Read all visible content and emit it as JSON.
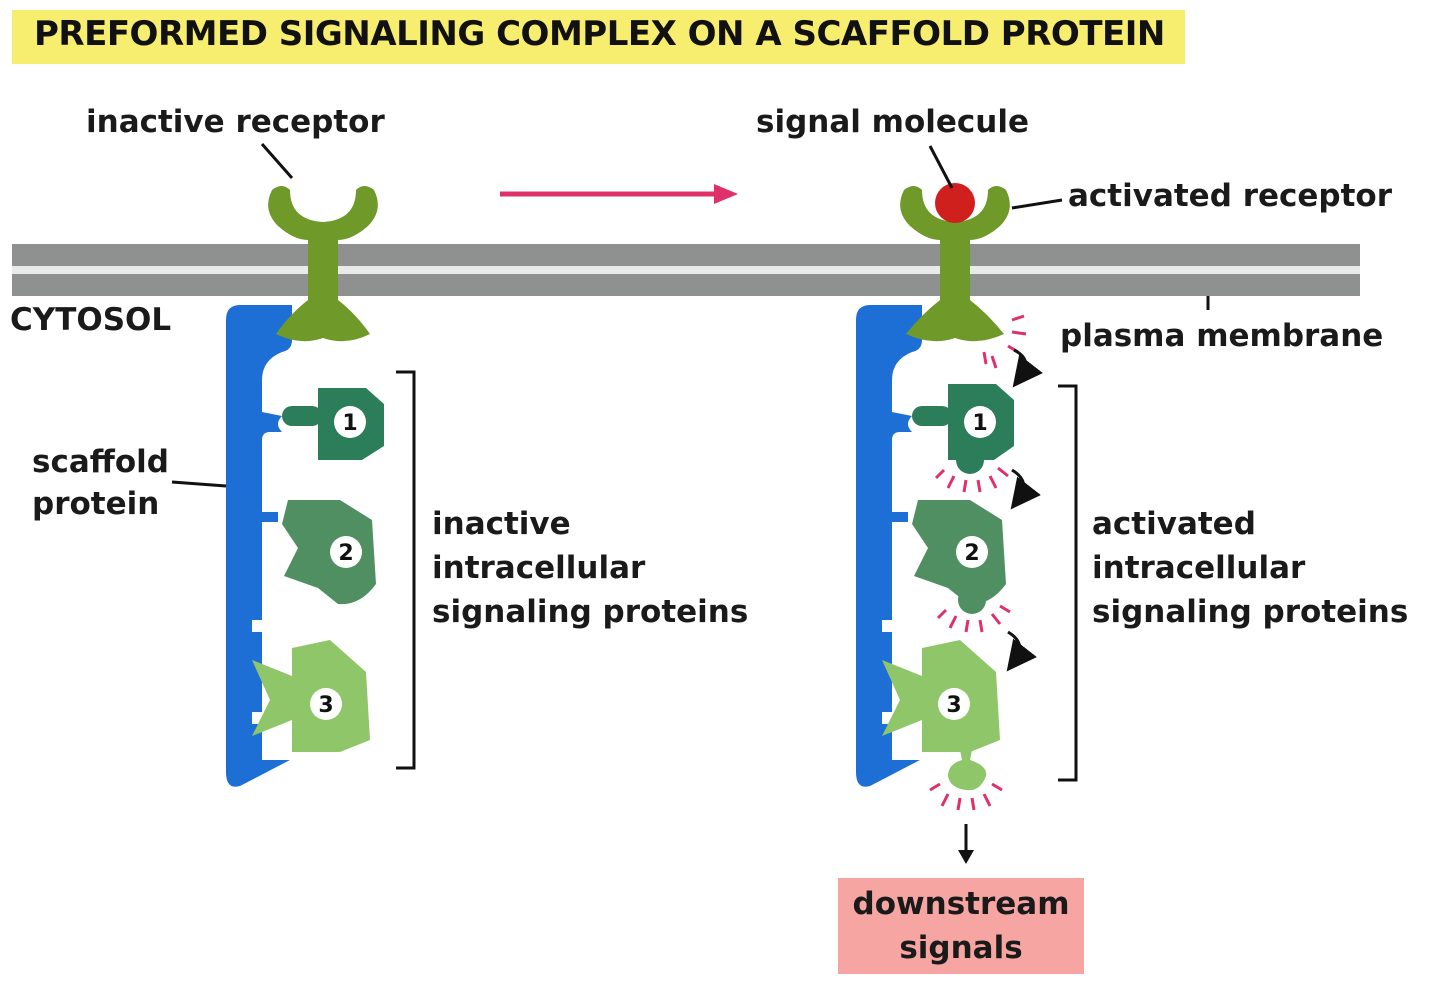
{
  "title": "PREFORMED SIGNALING COMPLEX ON A SCAFFOLD PROTEIN",
  "labels": {
    "inactive_receptor": "inactive receptor",
    "signal_molecule": "signal molecule",
    "activated_receptor": "activated receptor",
    "cytosol": "CYTOSOL",
    "plasma_membrane": "plasma membrane",
    "scaffold_protein_line1": "scaffold",
    "scaffold_protein_line2": "protein",
    "inactive_group_line1": "inactive",
    "inactive_group_line2": "intracellular",
    "inactive_group_line3": "signaling proteins",
    "activated_group_line1": "activated",
    "activated_group_line2": "intracellular",
    "activated_group_line3": "signaling proteins",
    "downstream_line1": "downstream",
    "downstream_line2": "signals"
  },
  "protein_numbers": [
    "1",
    "2",
    "3"
  ],
  "colors": {
    "title_band": "#f7ee6f",
    "membrane": "#8f9191",
    "receptor": "#6f9a2a",
    "scaffold": "#1d6fd6",
    "protein_1": "#2c7d5a",
    "protein_2": "#4f8f62",
    "protein_3": "#8fc66a",
    "signal_molecule": "#d0201e",
    "arrow": "#e0306a",
    "activation_rays": "#e0306a",
    "downstream_box": "#f6a5a3"
  }
}
